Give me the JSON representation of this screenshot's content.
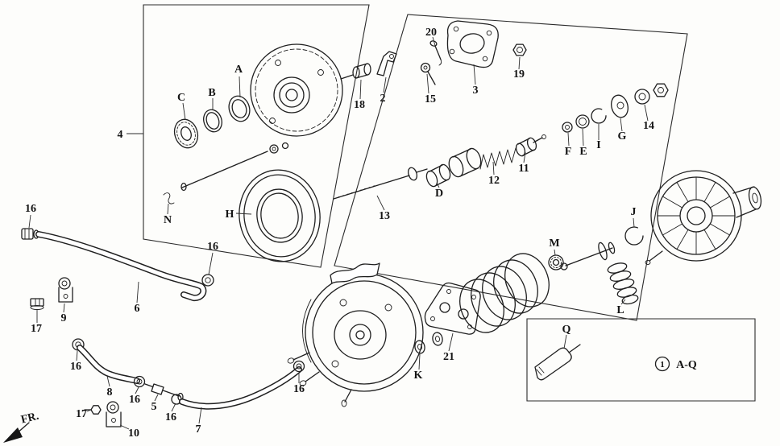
{
  "colors": {
    "ink": "#1f1f1f",
    "paper": "#fdfdfb"
  },
  "direction_label": "FR.",
  "legend": {
    "circled_number": "1",
    "range_label": "A-Q"
  },
  "callouts": {
    "n2": "2",
    "n3": "3",
    "n4": "4",
    "n5": "5",
    "n6": "6",
    "n7": "7",
    "n8": "8",
    "n9": "9",
    "n10": "10",
    "n11": "11",
    "n12": "12",
    "n13": "13",
    "n14": "14",
    "n15": "15",
    "n16": "16",
    "n17": "17",
    "n18": "18",
    "n19": "19",
    "n20": "20",
    "n21": "21",
    "A": "A",
    "B": "B",
    "C": "C",
    "D": "D",
    "E": "E",
    "F": "F",
    "G": "G",
    "H": "H",
    "I": "I",
    "J": "J",
    "K": "K",
    "L": "L",
    "M": "M",
    "N": "N",
    "Q": "Q"
  }
}
